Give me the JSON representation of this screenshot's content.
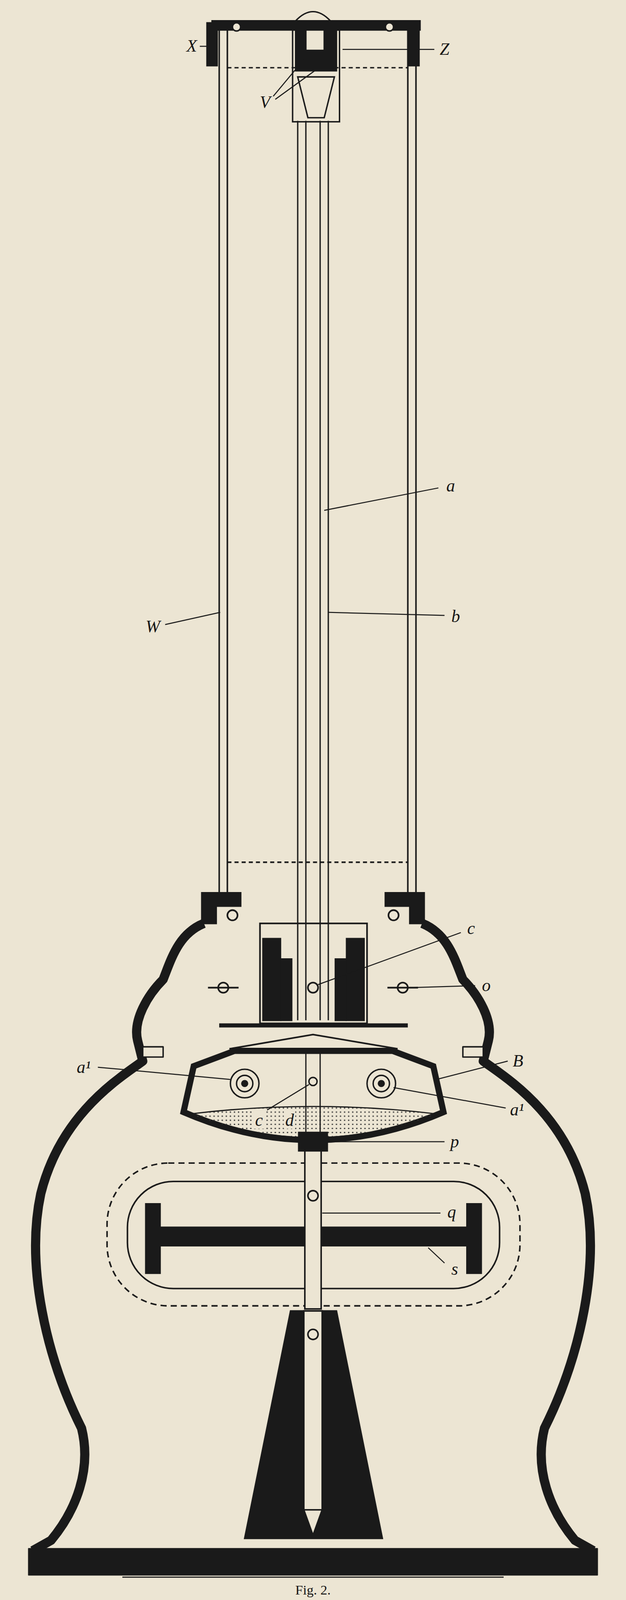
{
  "diagram": {
    "caption": "Fig. 2.",
    "labels": [
      "X",
      "Z",
      "V",
      "a",
      "b",
      "W",
      "c",
      "o",
      "a¹",
      "B",
      "a¹",
      "c",
      "d",
      "p",
      "q",
      "s"
    ]
  }
}
